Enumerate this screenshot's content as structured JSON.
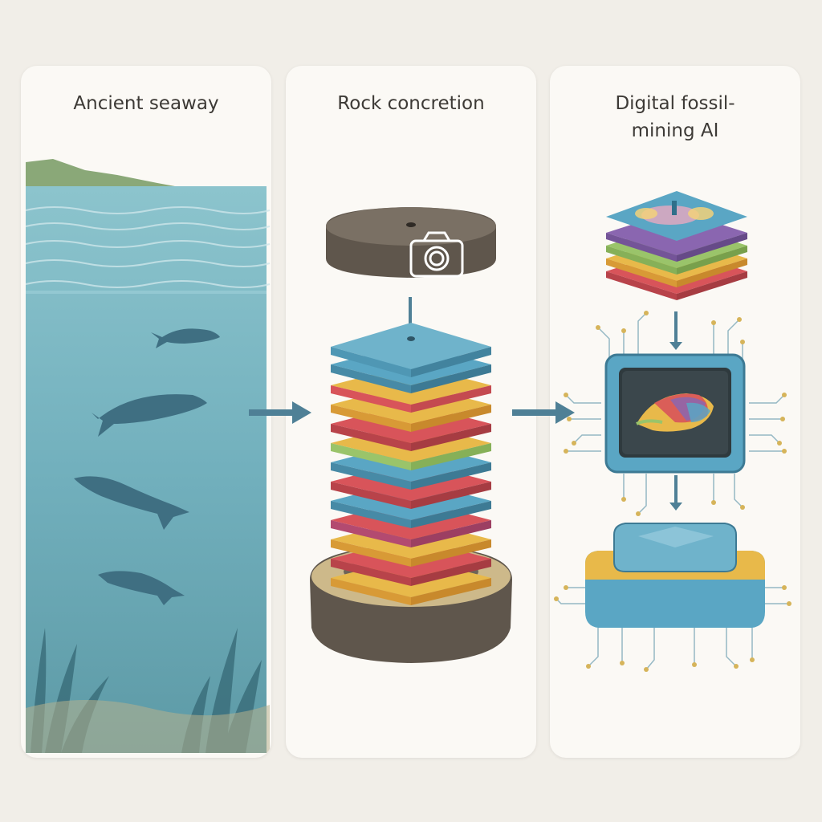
{
  "panels": [
    {
      "title": "Ancient seaway"
    },
    {
      "title": "Rock concretion"
    },
    {
      "title": "Digital fossil-\nmining AI"
    }
  ],
  "icons": [
    "fish-icon",
    "camera-icon",
    "chip-icon",
    "fossil-icon",
    "arrow-right-icon",
    "arrow-down-icon"
  ],
  "colors": {
    "background": "#f1eee8",
    "panel": "#fbf9f5",
    "water": "#7fb9c4",
    "deep_water": "#5f9eaa",
    "rock": "#6b6258",
    "layer_blue": "#5aa6c4",
    "layer_yellow": "#e8b94a",
    "layer_red": "#d8545a",
    "layer_green": "#9ac46a",
    "arrow": "#4f8096",
    "title_text": "#3d3a36"
  }
}
